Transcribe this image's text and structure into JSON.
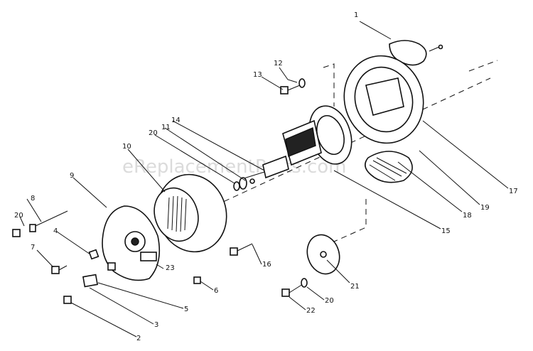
{
  "watermark": "eReplacementParts.com",
  "callouts": [
    {
      "id": "c1",
      "label": "1"
    },
    {
      "id": "c12",
      "label": "12"
    },
    {
      "id": "c13",
      "label": "13"
    },
    {
      "id": "c14",
      "label": "14"
    },
    {
      "id": "c11",
      "label": "11"
    },
    {
      "id": "c20a",
      "label": "20"
    },
    {
      "id": "c10",
      "label": "10"
    },
    {
      "id": "c9",
      "label": "9"
    },
    {
      "id": "c8",
      "label": "8"
    },
    {
      "id": "c20b",
      "label": "20"
    },
    {
      "id": "c4",
      "label": "4"
    },
    {
      "id": "c7",
      "label": "7"
    },
    {
      "id": "c23",
      "label": "23"
    },
    {
      "id": "c6",
      "label": "6"
    },
    {
      "id": "c5",
      "label": "5"
    },
    {
      "id": "c3",
      "label": "3"
    },
    {
      "id": "c2",
      "label": "2"
    },
    {
      "id": "c16",
      "label": "16"
    },
    {
      "id": "c15",
      "label": "15"
    },
    {
      "id": "c21",
      "label": "21"
    },
    {
      "id": "c20c",
      "label": "20"
    },
    {
      "id": "c22",
      "label": "22"
    },
    {
      "id": "c18",
      "label": "18"
    },
    {
      "id": "c19",
      "label": "19"
    },
    {
      "id": "c17",
      "label": "17"
    }
  ]
}
